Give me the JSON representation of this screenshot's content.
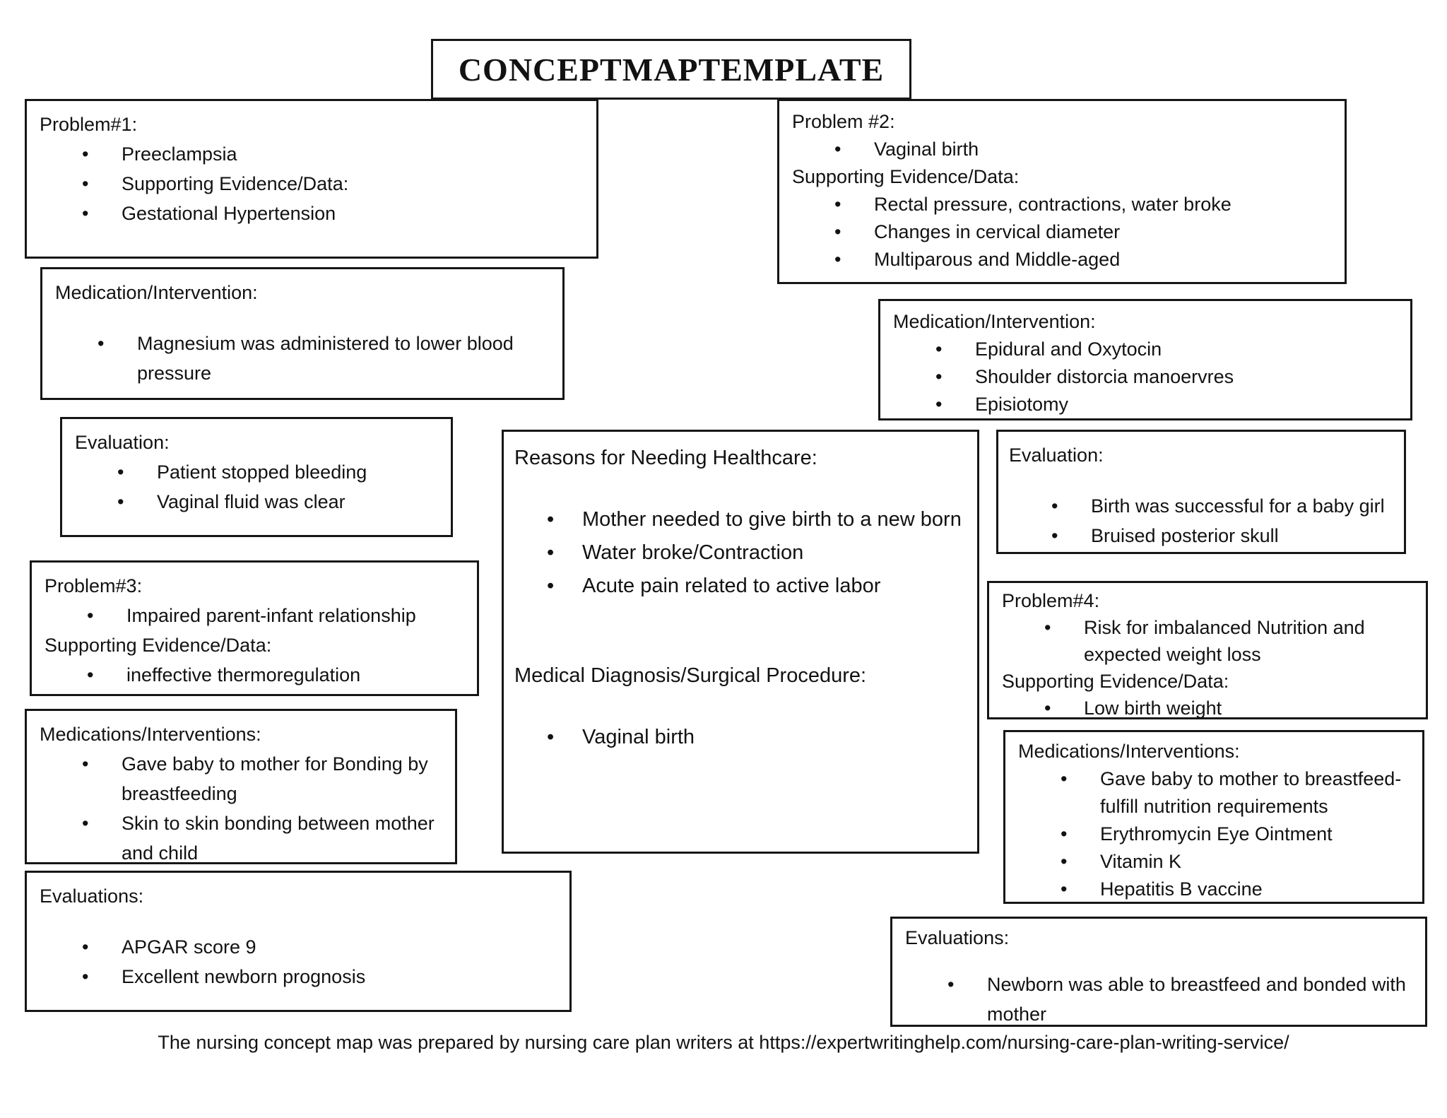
{
  "page": {
    "title": "CONCEPTMAPTEMPLATE",
    "bullet_glyph": "•",
    "footer": "The nursing concept map was prepared by nursing care plan writers at https://expertwritinghelp.com/nursing-care-plan-writing-service/"
  },
  "colors": {
    "background": "#ffffff",
    "border": "#161616",
    "text": "#121212"
  },
  "boxes": {
    "problem1": {
      "label": "Problem 1",
      "lines": [
        {
          "t": "h",
          "text": "Problem#1:"
        },
        {
          "t": "b",
          "text": "Preeclampsia"
        },
        {
          "t": "b",
          "text": "Supporting Evidence/Data:"
        },
        {
          "t": "b",
          "text": "Gestational Hypertension"
        }
      ]
    },
    "med1": {
      "label": "Medication/Intervention for Problem 1",
      "lines": [
        {
          "t": "h",
          "text": "Medication/Intervention:"
        },
        {
          "t": "sp"
        },
        {
          "t": "b",
          "text": "Magnesium was administered to lower blood pressure"
        }
      ]
    },
    "eval1": {
      "label": "Evaluation for Problem 1",
      "lines": [
        {
          "t": "h",
          "text": "Evaluation:"
        },
        {
          "t": "b",
          "text": "Patient stopped bleeding"
        },
        {
          "t": "b",
          "text": "Vaginal fluid was clear"
        }
      ]
    },
    "problem3": {
      "label": "Problem 3",
      "lines": [
        {
          "t": "h",
          "text": "Problem#3:"
        },
        {
          "t": "b",
          "text": "Impaired parent-infant relationship"
        },
        {
          "t": "h",
          "text": "Supporting Evidence/Data:"
        },
        {
          "t": "b",
          "text": "ineffective thermoregulation"
        }
      ]
    },
    "meds3": {
      "label": "Medications/Interventions for Problem 3",
      "lines": [
        {
          "t": "h",
          "text": "Medications/Interventions:"
        },
        {
          "t": "b",
          "text": "Gave baby to mother for Bonding by breastfeeding"
        },
        {
          "t": "b",
          "text": "Skin to skin bonding between mother and child"
        }
      ]
    },
    "evals3": {
      "label": "Evaluations for Problem 3",
      "lines": [
        {
          "t": "h",
          "text": "Evaluations:"
        },
        {
          "t": "sp"
        },
        {
          "t": "b",
          "text": "APGAR score 9"
        },
        {
          "t": "b",
          "text": "Excellent newborn prognosis"
        }
      ]
    },
    "center": {
      "label": "Reasons for Needing Healthcare",
      "lines": [
        {
          "t": "h",
          "text": "Reasons for Needing Healthcare:"
        },
        {
          "t": "sp"
        },
        {
          "t": "b",
          "text": "Mother needed to give birth to a new born"
        },
        {
          "t": "b",
          "text": "Water broke/Contraction"
        },
        {
          "t": "b",
          "text": "Acute pain related to active labor"
        },
        {
          "t": "sp"
        },
        {
          "t": "sp"
        },
        {
          "t": "h",
          "text": "Medical Diagnosis/Surgical Procedure:"
        },
        {
          "t": "sp"
        },
        {
          "t": "b",
          "text": "Vaginal birth"
        }
      ]
    },
    "problem2": {
      "label": "Problem 2",
      "lines": [
        {
          "t": "h",
          "text": "Problem #2:"
        },
        {
          "t": "b",
          "text": "Vaginal birth"
        },
        {
          "t": "h",
          "text": "Supporting Evidence/Data:"
        },
        {
          "t": "b",
          "text": "Rectal pressure, contractions, water broke"
        },
        {
          "t": "b",
          "text": "Changes in cervical diameter"
        },
        {
          "t": "b",
          "text": "Multiparous and Middle-aged"
        }
      ]
    },
    "med2": {
      "label": "Medication/Intervention for Problem 2",
      "lines": [
        {
          "t": "h",
          "text": "Medication/Intervention:"
        },
        {
          "t": "b",
          "text": "Epidural and Oxytocin"
        },
        {
          "t": "b",
          "text": "Shoulder distorcia manoervres"
        },
        {
          "t": "b",
          "text": "Episiotomy"
        }
      ]
    },
    "eval2": {
      "label": "Evaluation for Problem 2",
      "lines": [
        {
          "t": "h",
          "text": "Evaluation:"
        },
        {
          "t": "sp"
        },
        {
          "t": "b",
          "text": "Birth was successful for a baby girl"
        },
        {
          "t": "b",
          "text": "Bruised posterior skull"
        }
      ]
    },
    "problem4": {
      "label": "Problem 4",
      "lines": [
        {
          "t": "h",
          "text": "Problem#4:"
        },
        {
          "t": "b",
          "text": "Risk for imbalanced Nutrition and expected weight loss"
        },
        {
          "t": "h",
          "text": "Supporting Evidence/Data:"
        },
        {
          "t": "b",
          "text": "Low birth weight"
        }
      ]
    },
    "meds4": {
      "label": "Medications/Interventions for Problem 4",
      "lines": [
        {
          "t": "h",
          "text": "Medications/Interventions:"
        },
        {
          "t": "b",
          "text": "Gave baby to mother to breastfeed-fulfill nutrition requirements"
        },
        {
          "t": "b",
          "text": "Erythromycin Eye Ointment"
        },
        {
          "t": "b",
          "text": "Vitamin K"
        },
        {
          "t": "b",
          "text": "Hepatitis B vaccine"
        }
      ]
    },
    "evals4": {
      "label": "Evaluations for Problem 4",
      "lines": [
        {
          "t": "h",
          "text": "Evaluations:"
        },
        {
          "t": "sp"
        },
        {
          "t": "b",
          "text": "Newborn was able to breastfeed and bonded with mother"
        }
      ]
    }
  }
}
